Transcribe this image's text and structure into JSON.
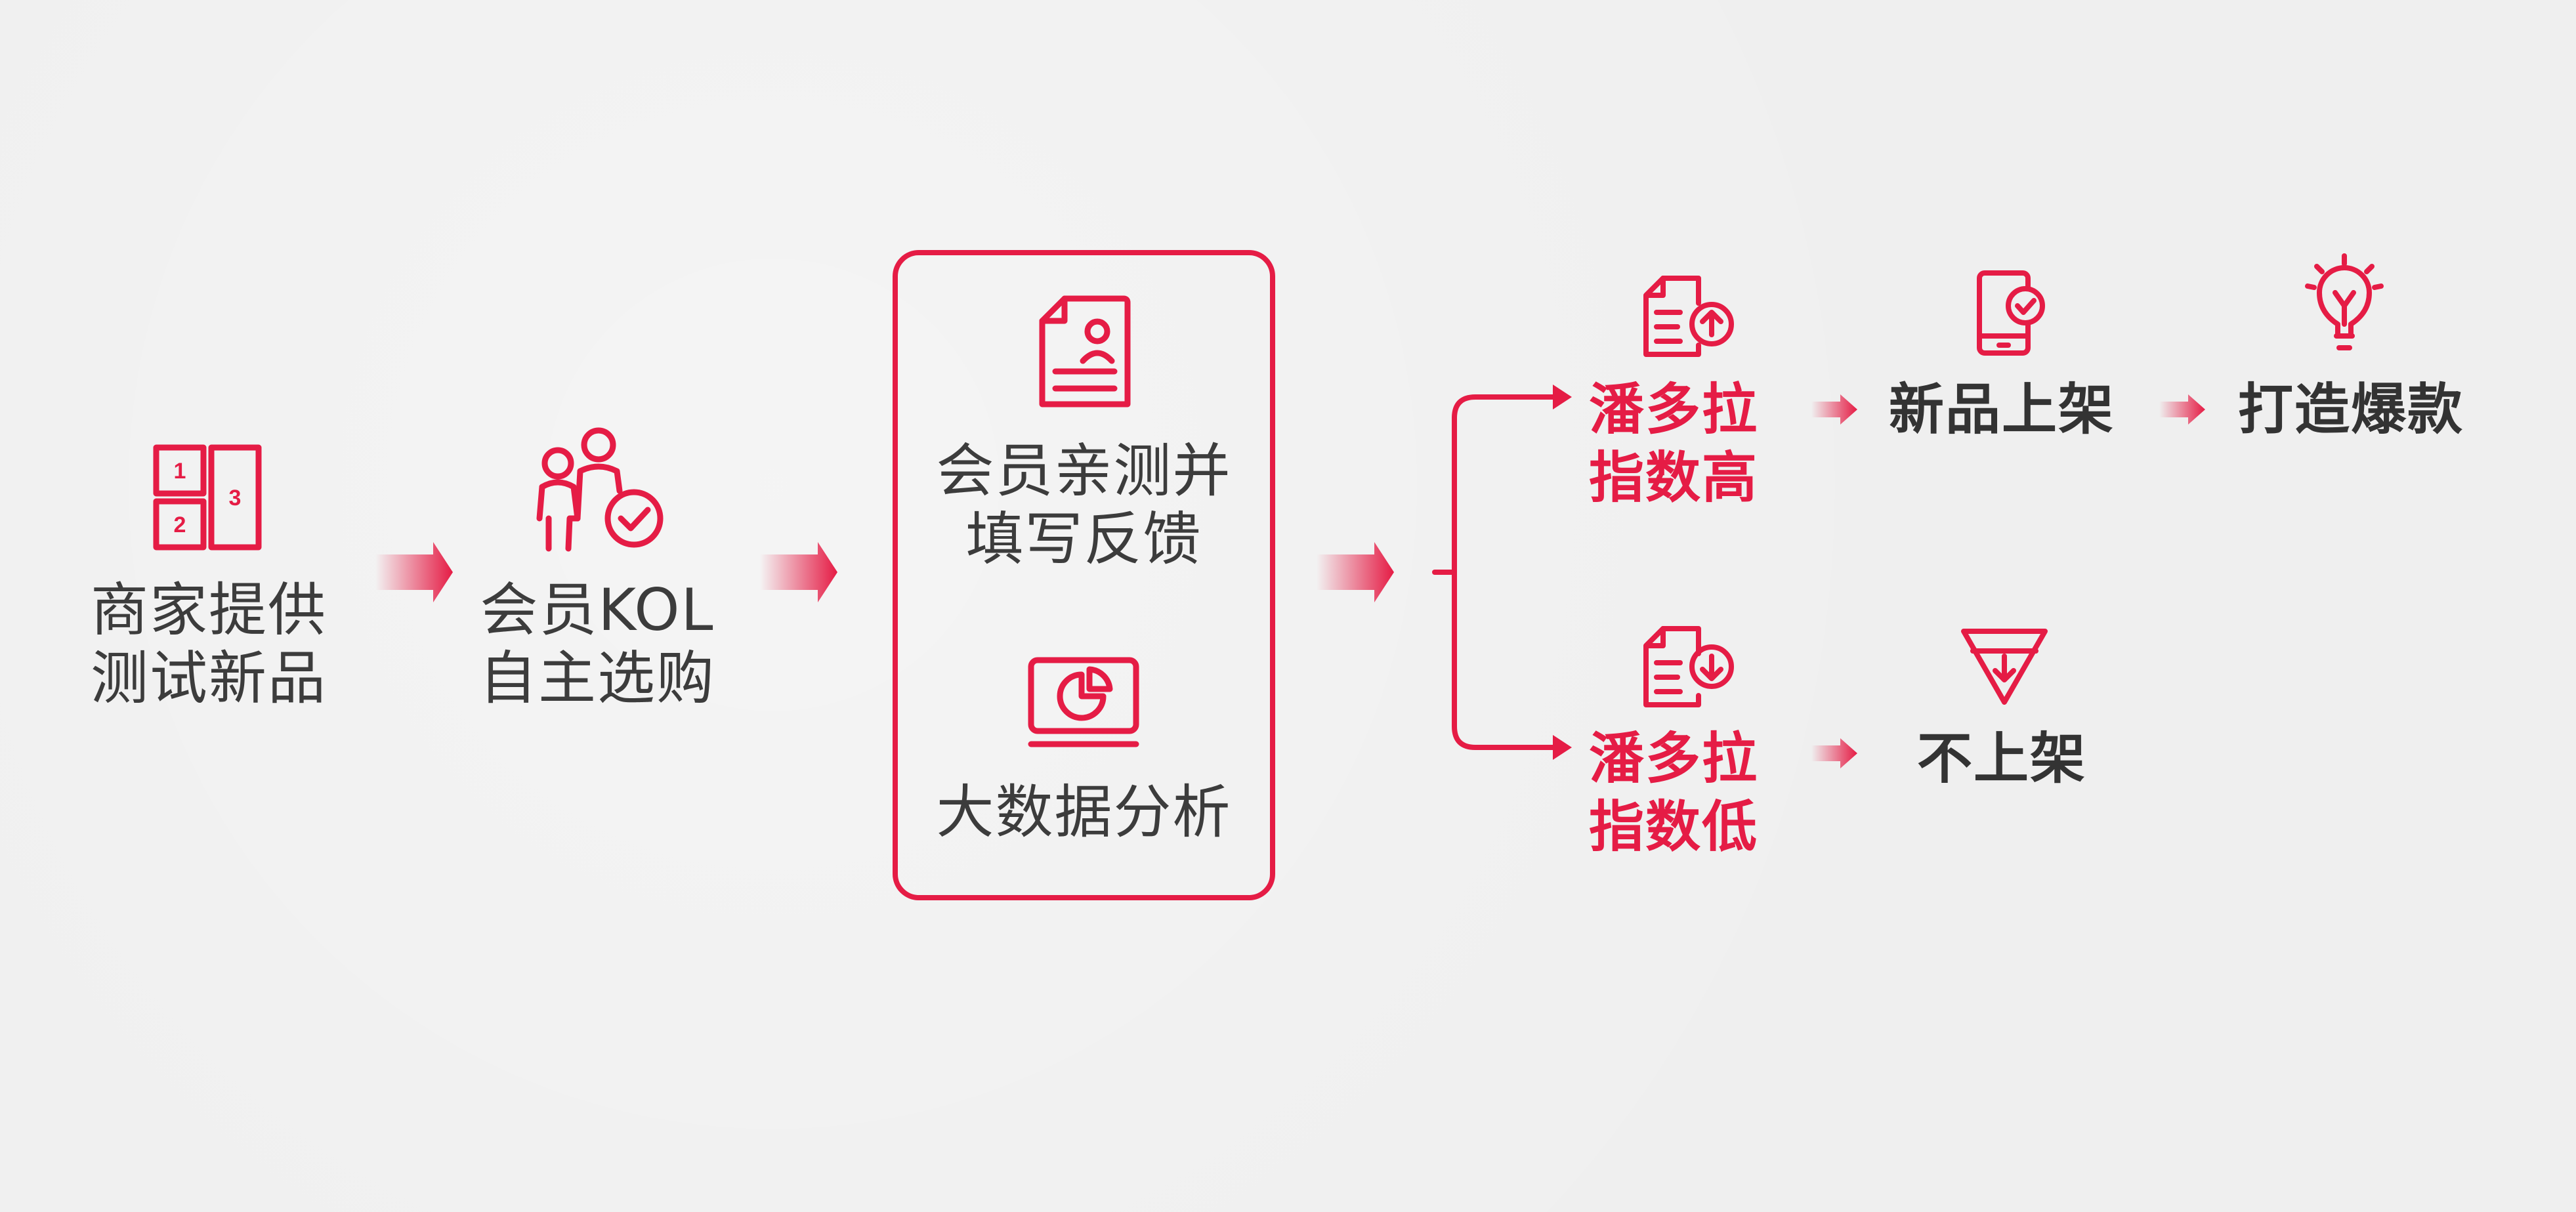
{
  "colors": {
    "accent": "#e51c45",
    "text": "#3c3c3c",
    "text_bold": "#333333",
    "background": "#efefef"
  },
  "steps": {
    "merchant": {
      "icon": "numbered-grid-icon",
      "icon_numbers": [
        "1",
        "2",
        "3"
      ],
      "text": "商家提供\n测试新品"
    },
    "member": {
      "icon": "members-check-icon",
      "text": "会员KOL\n自主选购"
    },
    "evaluation": {
      "test": {
        "icon": "document-user-icon",
        "text": "会员亲测并\n填写反馈"
      },
      "analysis": {
        "icon": "monitor-pie-chart-icon",
        "text": "大数据分析"
      }
    }
  },
  "outcomes": {
    "high": {
      "icon": "document-arrow-up-icon",
      "text": "潘多拉\n指数高",
      "next": {
        "icon": "phone-check-icon",
        "text": "新品上架"
      },
      "final": {
        "icon": "lightbulb-icon",
        "text": "打造爆款"
      }
    },
    "low": {
      "icon": "document-arrow-down-icon",
      "text": "潘多拉\n指数低",
      "next": {
        "icon": "funnel-down-icon",
        "text": "不上架"
      }
    }
  }
}
